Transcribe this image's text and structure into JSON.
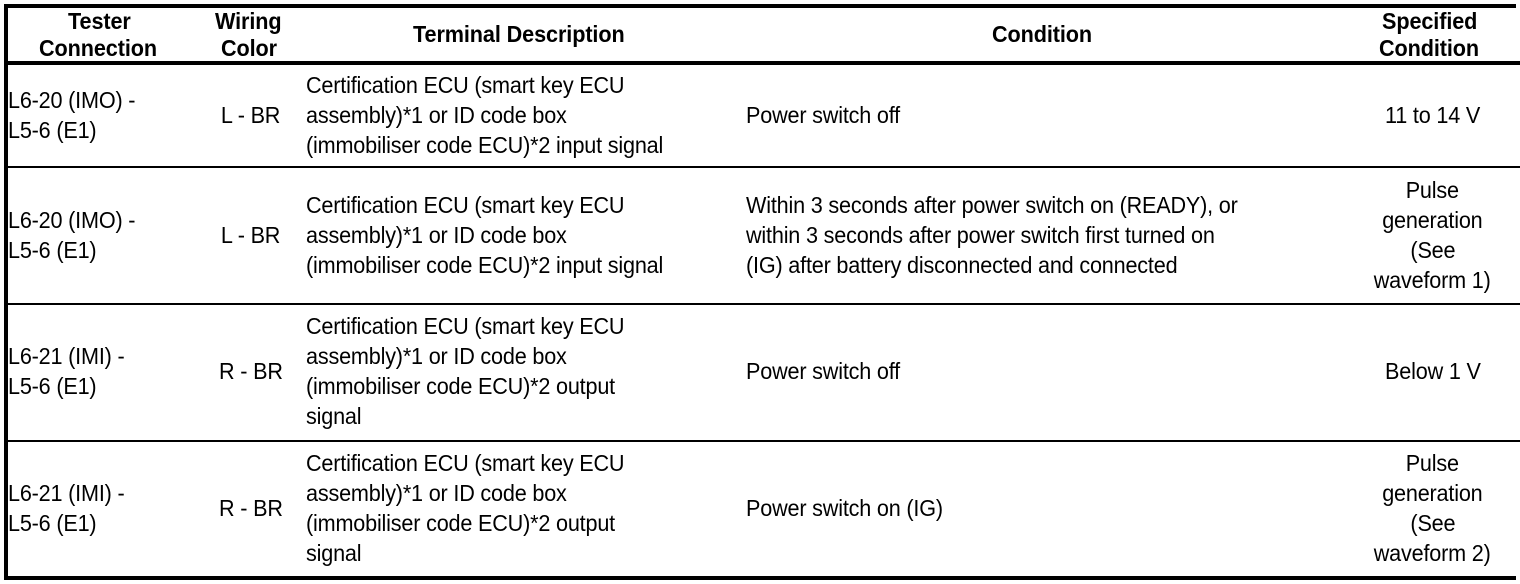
{
  "table": {
    "columns": [
      {
        "key": "tester_connection",
        "header_lines": [
          "Tester",
          "Connection"
        ],
        "align": "left"
      },
      {
        "key": "wiring_color",
        "header_lines": [
          "Wiring",
          "Color"
        ],
        "align": "center"
      },
      {
        "key": "terminal_description",
        "header_lines": [
          "Terminal Description"
        ],
        "align": "left"
      },
      {
        "key": "condition",
        "header_lines": [
          "Condition"
        ],
        "align": "left"
      },
      {
        "key": "specified_condition",
        "header_lines": [
          "Specified",
          "Condition"
        ],
        "align": "center"
      }
    ],
    "rows": [
      {
        "tester_connection": [
          "L6-20 (IMO) -",
          "L5-6 (E1)"
        ],
        "wiring_color": [
          "L - BR"
        ],
        "terminal_description": [
          "Certification ECU (smart key ECU",
          "assembly)*1 or ID code box",
          "(immobiliser code ECU)*2 input signal"
        ],
        "condition": [
          "Power switch off"
        ],
        "specified_condition": [
          "11 to 14 V"
        ]
      },
      {
        "tester_connection": [
          "L6-20 (IMO) -",
          "L5-6 (E1)"
        ],
        "wiring_color": [
          "L - BR"
        ],
        "terminal_description": [
          "Certification ECU (smart key ECU",
          "assembly)*1 or ID code box",
          "(immobiliser code ECU)*2 input signal"
        ],
        "condition": [
          "Within 3 seconds after power switch on (READY), or",
          "within 3 seconds after power switch first turned on",
          "(IG) after battery disconnected and connected"
        ],
        "specified_condition": [
          "Pulse",
          "generation",
          "(See",
          "waveform 1)"
        ]
      },
      {
        "tester_connection": [
          "L6-21 (IMI) -",
          "L5-6 (E1)"
        ],
        "wiring_color": [
          "R - BR"
        ],
        "terminal_description": [
          "Certification ECU (smart key ECU",
          "assembly)*1 or ID code box",
          "(immobiliser code ECU)*2 output",
          "signal"
        ],
        "condition": [
          "Power switch off"
        ],
        "specified_condition": [
          "Below 1 V"
        ]
      },
      {
        "tester_connection": [
          "L6-21 (IMI) -",
          "L5-6 (E1)"
        ],
        "wiring_color": [
          "R - BR"
        ],
        "terminal_description": [
          "Certification ECU (smart key ECU",
          "assembly)*1 or ID code box",
          "(immobiliser code ECU)*2 output",
          "signal"
        ],
        "condition": [
          "Power switch on (IG)"
        ],
        "specified_condition": [
          "Pulse",
          "generation",
          "(See",
          "waveform 2)"
        ]
      }
    ]
  },
  "colors": {
    "border": "#000000",
    "text": "#000000",
    "background": "#ffffff"
  }
}
